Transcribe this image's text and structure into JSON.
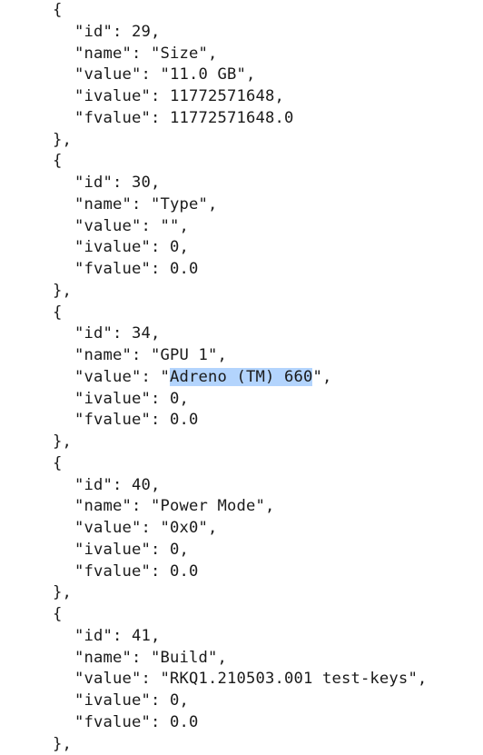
{
  "selection": {
    "highlight_color": "#b3d4fd",
    "object_index": 2,
    "key": "value"
  },
  "objects": [
    {
      "open": "{",
      "id_line": "\"id\": 29,",
      "name_line": "\"name\": \"Size\",",
      "value_prefix": "\"value\": \"",
      "value_text": "11.0 GB",
      "value_suffix": "\",",
      "ivalue_line": "\"ivalue\": 11772571648,",
      "fvalue_line": "\"fvalue\": 11772571648.0",
      "close": "},"
    },
    {
      "open": "{",
      "id_line": "\"id\": 30,",
      "name_line": "\"name\": \"Type\",",
      "value_prefix": "\"value\": \"",
      "value_text": "",
      "value_suffix": "\",",
      "ivalue_line": "\"ivalue\": 0,",
      "fvalue_line": "\"fvalue\": 0.0",
      "close": "},"
    },
    {
      "open": "{",
      "id_line": "\"id\": 34,",
      "name_line": "\"name\": \"GPU 1\",",
      "value_prefix": "\"value\": \"",
      "value_text": "Adreno (TM) 660",
      "value_suffix": "\",",
      "ivalue_line": "\"ivalue\": 0,",
      "fvalue_line": "\"fvalue\": 0.0",
      "close": "},"
    },
    {
      "open": "{",
      "id_line": "\"id\": 40,",
      "name_line": "\"name\": \"Power Mode\",",
      "value_prefix": "\"value\": \"",
      "value_text": "0x0",
      "value_suffix": "\",",
      "ivalue_line": "\"ivalue\": 0,",
      "fvalue_line": "\"fvalue\": 0.0",
      "close": "},"
    },
    {
      "open": "{",
      "id_line": "\"id\": 41,",
      "name_line": "\"name\": \"Build\",",
      "value_prefix": "\"value\": \"",
      "value_text": "RKQ1.210503.001 test-keys",
      "value_suffix": "\",",
      "ivalue_line": "\"ivalue\": 0,",
      "fvalue_line": "\"fvalue\": 0.0",
      "close": "},"
    }
  ]
}
